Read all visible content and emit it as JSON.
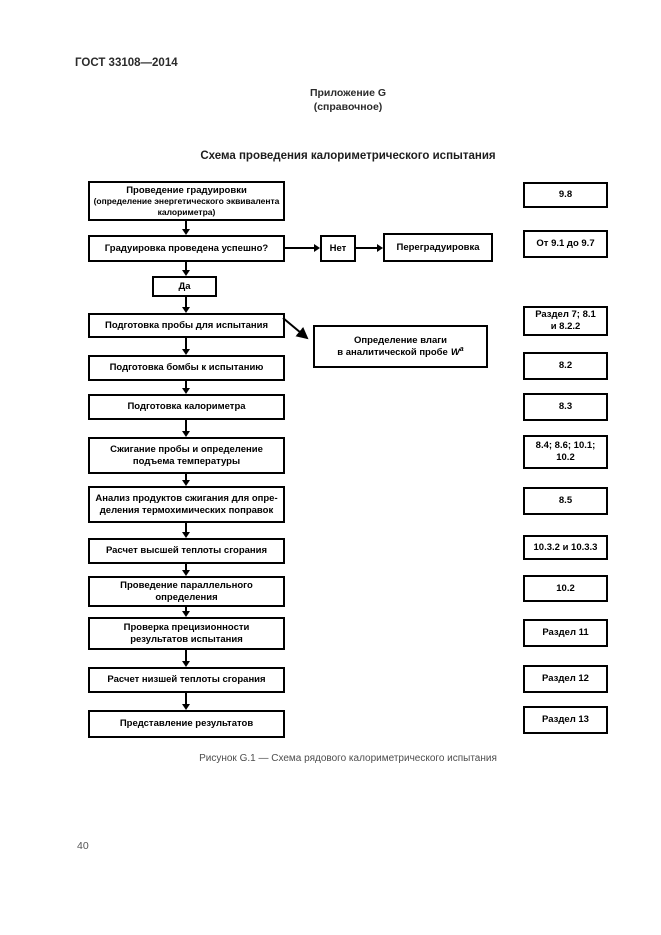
{
  "header": {
    "standard": "ГОСТ 33108—2014",
    "appendix": "Приложение G\n(справочное)"
  },
  "title": "Схема проведения калориметрического испытания",
  "flow": {
    "calibration": {
      "title": "Проведение градуировки",
      "subtitle": "(определение энергетического эквивалента\nкалориметра)",
      "ref": "9.8"
    },
    "decision": {
      "label": "Градуировка проведена успешно?",
      "ref": "От 9.1 до 9.7",
      "yes_label": "Да",
      "no_label": "Нет",
      "no_action": "Переградуировка"
    },
    "moisture_note": {
      "line1": "Определение влаги",
      "line2": "в аналитической пробе",
      "symbol": "W",
      "symbol_sup": "a"
    },
    "steps": [
      {
        "label": "Подготовка пробы для испытания",
        "ref": "Раздел 7; 8.1\nи 8.2.2"
      },
      {
        "label": "Подготовка бомбы к испытанию",
        "ref": "8.2"
      },
      {
        "label": "Подготовка калориметра",
        "ref": "8.3"
      },
      {
        "label": "Сжигание пробы и определение\nподъема температуры",
        "ref": "8.4; 8.6; 10.1;\n10.2"
      },
      {
        "label": "Анализ продуктов сжигания для опре-\nделения термохимических поправок",
        "ref": "8.5"
      },
      {
        "label": "Расчет высшей теплоты сгорания",
        "ref": "10.3.2 и 10.3.3"
      },
      {
        "label": "Проведение параллельного\nопределения",
        "ref": "10.2"
      },
      {
        "label": "Проверка прецизионности\nрезультатов испытания",
        "ref": "Раздел 11"
      },
      {
        "label": "Расчет низшей теплоты сгорания",
        "ref": "Раздел 12"
      },
      {
        "label": "Представление результатов",
        "ref": "Раздел 13"
      }
    ]
  },
  "caption": "Рисунок G.1 — Схема рядового калориметрического испытания",
  "page_number": "40"
}
